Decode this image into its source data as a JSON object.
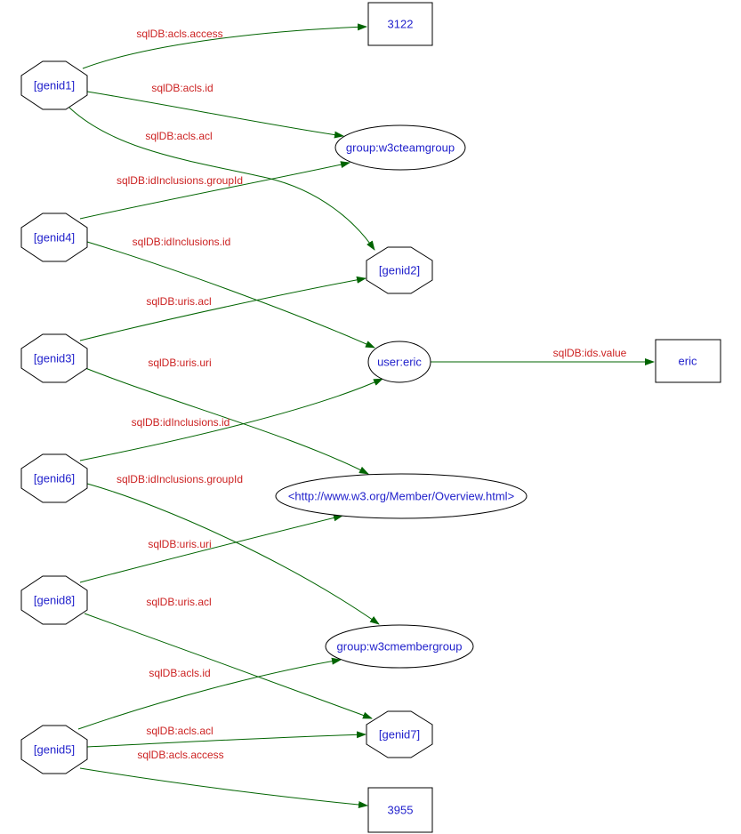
{
  "diagram": {
    "type": "directed-graph",
    "background_color": "#ffffff",
    "colors": {
      "node_border": "#000000",
      "node_text": "#2222cc",
      "edge_line": "#006400",
      "edge_label_text": "#cc2222"
    },
    "nodes": [
      {
        "id": "genid1",
        "label": "[genid1]",
        "shape": "octagon"
      },
      {
        "id": "genid4",
        "label": "[genid4]",
        "shape": "octagon"
      },
      {
        "id": "genid3",
        "label": "[genid3]",
        "shape": "octagon"
      },
      {
        "id": "genid6",
        "label": "[genid6]",
        "shape": "octagon"
      },
      {
        "id": "genid8",
        "label": "[genid8]",
        "shape": "octagon"
      },
      {
        "id": "genid5",
        "label": "[genid5]",
        "shape": "octagon"
      },
      {
        "id": "lit3122",
        "label": "3122",
        "shape": "box"
      },
      {
        "id": "w3cteamgroup",
        "label": "group:w3cteamgroup",
        "shape": "ellipse"
      },
      {
        "id": "genid2",
        "label": "[genid2]",
        "shape": "octagon"
      },
      {
        "id": "usereric",
        "label": "user:eric",
        "shape": "ellipse"
      },
      {
        "id": "overview",
        "label": "<http://www.w3.org/Member/Overview.html>",
        "shape": "ellipse"
      },
      {
        "id": "w3cmembergroup",
        "label": "group:w3cmembergroup",
        "shape": "ellipse"
      },
      {
        "id": "genid7",
        "label": "[genid7]",
        "shape": "octagon"
      },
      {
        "id": "lit3955",
        "label": "3955",
        "shape": "box"
      },
      {
        "id": "literic",
        "label": "eric",
        "shape": "box"
      }
    ],
    "edges": [
      {
        "from": "genid1",
        "to": "lit3122",
        "label": "sqlDB:acls.access"
      },
      {
        "from": "genid1",
        "to": "w3cteamgroup",
        "label": "sqlDB:acls.id"
      },
      {
        "from": "genid1",
        "to": "genid2",
        "label": "sqlDB:acls.acl"
      },
      {
        "from": "genid4",
        "to": "w3cteamgroup",
        "label": "sqlDB:idInclusions.groupId"
      },
      {
        "from": "genid4",
        "to": "usereric",
        "label": "sqlDB:idInclusions.id"
      },
      {
        "from": "genid3",
        "to": "genid2",
        "label": "sqlDB:uris.acl"
      },
      {
        "from": "genid3",
        "to": "overview",
        "label": "sqlDB:uris.uri"
      },
      {
        "from": "genid6",
        "to": "usereric",
        "label": "sqlDB:idInclusions.id"
      },
      {
        "from": "genid6",
        "to": "w3cmembergroup",
        "label": "sqlDB:idInclusions.groupId"
      },
      {
        "from": "genid8",
        "to": "overview",
        "label": "sqlDB:uris.uri"
      },
      {
        "from": "genid8",
        "to": "genid7",
        "label": "sqlDB:uris.acl"
      },
      {
        "from": "genid5",
        "to": "w3cmembergroup",
        "label": "sqlDB:acls.id"
      },
      {
        "from": "genid5",
        "to": "genid7",
        "label": "sqlDB:acls.acl"
      },
      {
        "from": "genid5",
        "to": "lit3955",
        "label": "sqlDB:acls.access"
      },
      {
        "from": "usereric",
        "to": "literic",
        "label": "sqlDB:ids.value"
      }
    ]
  }
}
